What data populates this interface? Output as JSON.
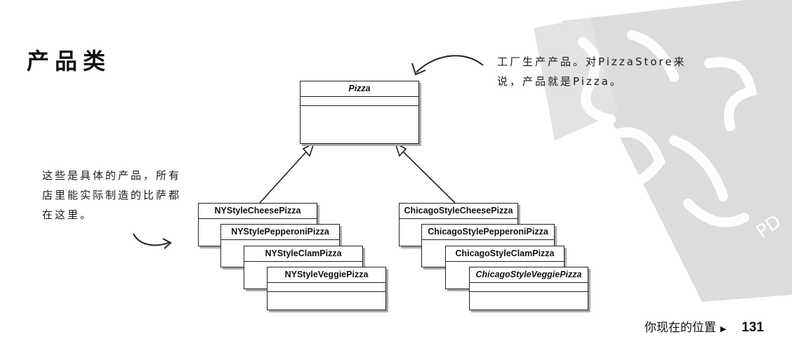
{
  "section_title": "产品类",
  "notes": {
    "top": "工厂生产产品。对PizzaStore来说，产品就是Pizza。",
    "left": "这些是具体的产品，所有店里能实际制造的比萨都在这里。"
  },
  "diagram": {
    "abstract_class": "Pizza",
    "ny_classes": [
      "NYStyleCheesePizza",
      "NYStylePepperoniPizza",
      "NYStyleClamPizza",
      "NYStyleVeggiePizza"
    ],
    "chicago_classes": [
      "ChicagoStyleCheesePizza",
      "ChicagoStylePepperoniPizza",
      "ChicagoStyleClamPizza",
      "ChicagoStyleVeggiePizza"
    ]
  },
  "footer": {
    "location_text": "你现在的位置",
    "page_number": "131"
  },
  "colors": {
    "line": "#222222",
    "watermark": "#d9d9d9"
  }
}
